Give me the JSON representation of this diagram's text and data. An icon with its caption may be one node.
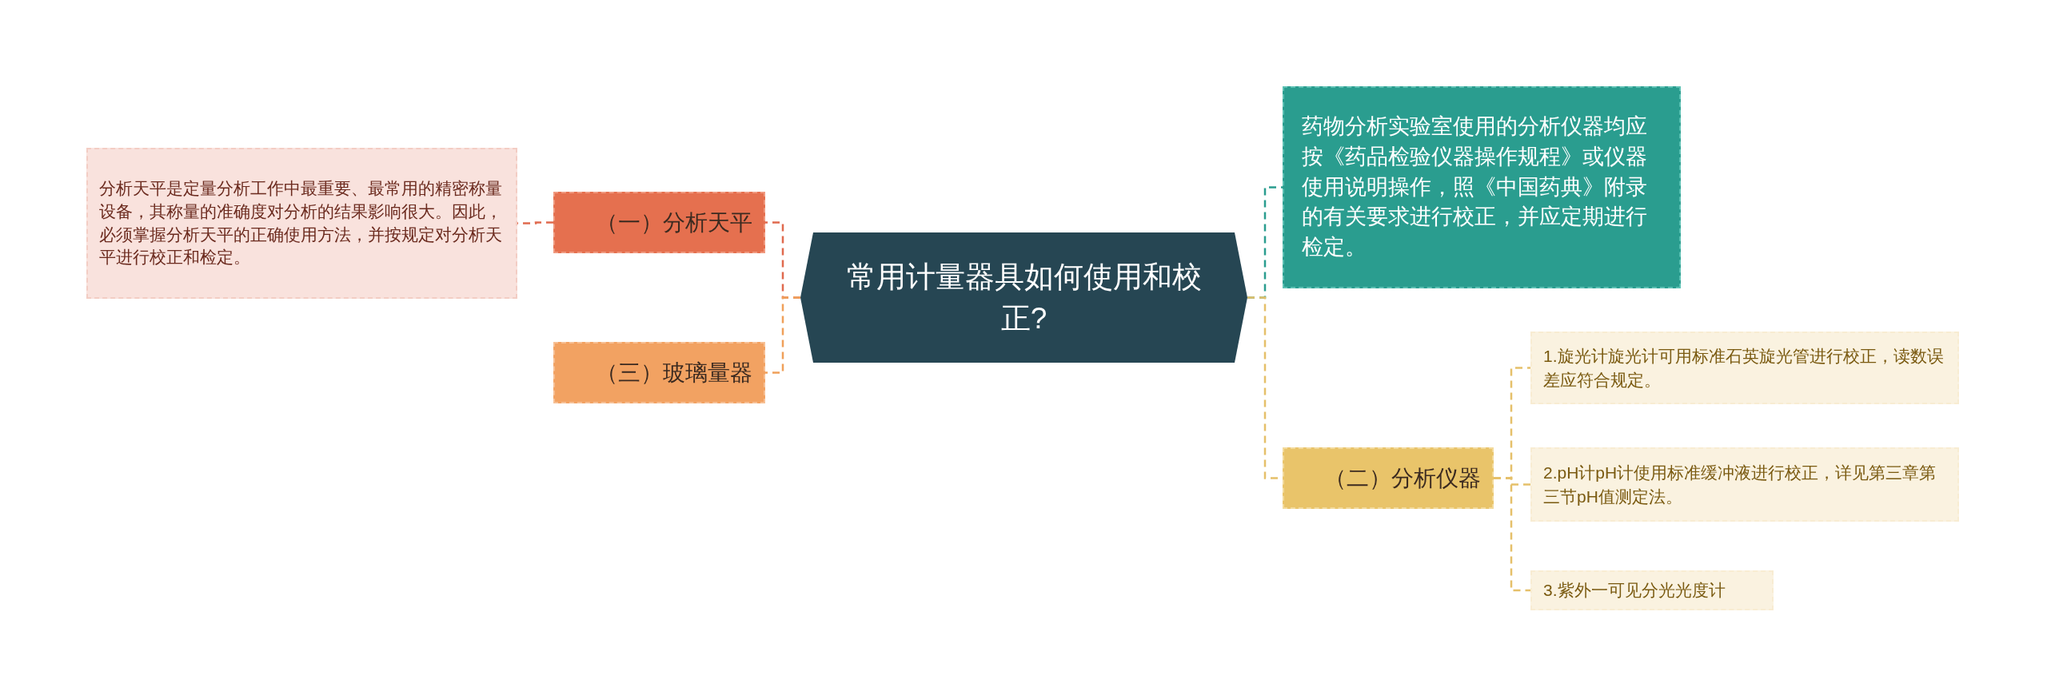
{
  "diagram": {
    "nodes": [
      {
        "text": [
          "常用计量器具如何使用和校正?"
        ]
      },
      {
        "text": [
          "（一）分析天平"
        ]
      },
      {
        "text": [
          "分析天平是定量分析工作中最重要、最常用的精密称量设备，其称量的准确度对分析的结果影响很大。因此，必须掌握分析天平的正确使用方法，并按规定对分析天平进行校正和检定。"
        ]
      },
      {
        "text": [
          "（三）玻璃量器"
        ]
      },
      {
        "text": [
          "药物分析实验室使用的分析仪器均应按《药品检验仪器操作规程》或仪器使用说明操作，照《中国药典》附录的有关要求进行校正，并应定期进行检定。"
        ]
      },
      {
        "text": [
          "（二）分析仪器"
        ]
      },
      {
        "text": [
          "1.旋光计旋光计可用标准石英旋光管进行校正，读数误差应符合规定。"
        ]
      },
      {
        "text": [
          "2.pH计pH计使用标准缓冲液进行校正，详见第三章第三节pH值测定法。"
        ]
      },
      {
        "text": [
          "3.紫外一可见分光光度计"
        ]
      }
    ],
    "edges": [
      {
        "from": 0,
        "to": 1,
        "arrow": "none",
        "style": "dashed",
        "color": "#e06a4e"
      },
      {
        "from": 1,
        "to": 2,
        "arrow": "none",
        "style": "dashed",
        "color": "#e06a4e"
      },
      {
        "from": 0,
        "to": 3,
        "arrow": "none",
        "style": "dashed",
        "color": "#f0a05a"
      },
      {
        "from": 0,
        "to": 4,
        "arrow": "none",
        "style": "dashed",
        "color": "#2a9d8f"
      },
      {
        "from": 0,
        "to": 5,
        "arrow": "none",
        "style": "dashed"
      },
      {
        "from": 5,
        "to": 6,
        "arrow": "none",
        "style": "dashed"
      },
      {
        "from": 5,
        "to": 7,
        "arrow": "none",
        "style": "dashed"
      },
      {
        "from": 5,
        "to": 8,
        "arrow": "none",
        "style": "dashed"
      }
    ]
  }
}
